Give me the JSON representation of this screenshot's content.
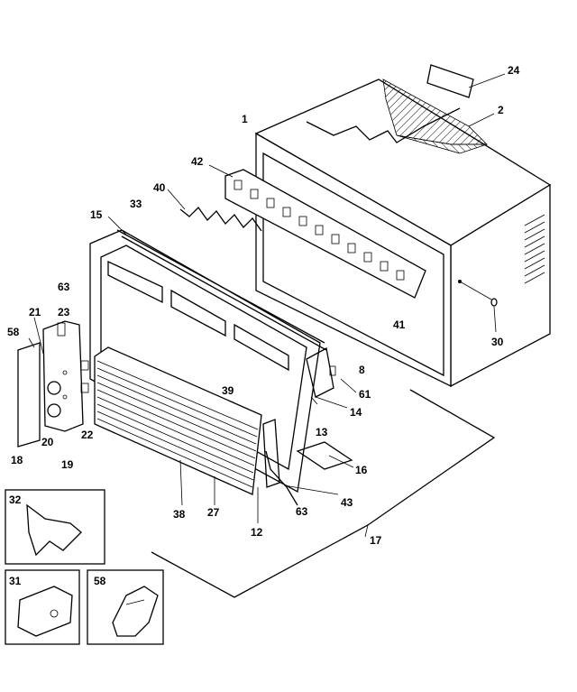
{
  "labels": {
    "l24": "24",
    "l2": "2",
    "l1": "1",
    "l42": "42",
    "l40": "40",
    "l33": "33",
    "l15": "15",
    "l63a": "63",
    "l21": "21",
    "l23": "23",
    "l58a": "58",
    "l41": "41",
    "l30": "30",
    "l8": "8",
    "l61": "61",
    "l14": "14",
    "l13": "13",
    "l16": "16",
    "l43": "43",
    "l63b": "63",
    "l12": "12",
    "l27": "27",
    "l38": "38",
    "l39": "39",
    "l22": "22",
    "l20": "20",
    "l18": "18",
    "l19": "19",
    "l17": "17",
    "l32": "32",
    "l31": "31",
    "l58b": "58"
  }
}
